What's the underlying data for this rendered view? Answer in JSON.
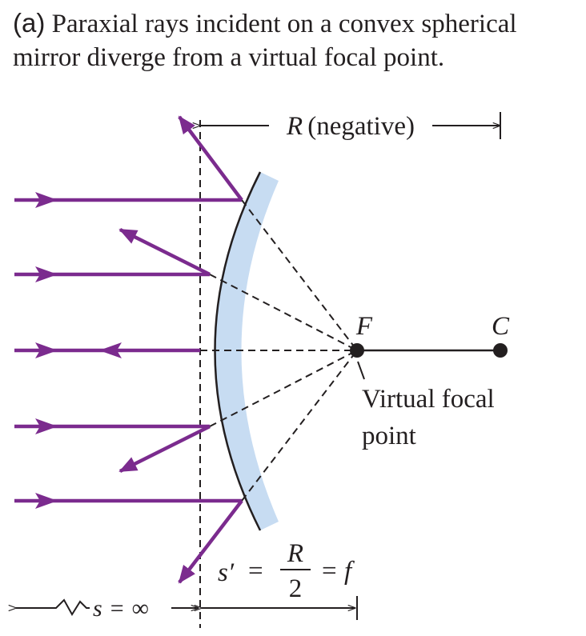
{
  "caption": {
    "tag": "(a)",
    "text": "Paraxial rays incident on a convex spherical mirror diverge from a virtual focal point."
  },
  "labels": {
    "radius_symbol": "R",
    "radius_note": "(negative)",
    "focal_point": "F",
    "center": "C",
    "virtual_focal_line1": "Virtual focal",
    "virtual_focal_line2": "point",
    "s_prime": "s′",
    "equals1": "=",
    "fraction_num": "R",
    "fraction_den": "2",
    "equals2": "=",
    "f_symbol": "f",
    "s_symbol": "s",
    "s_equals": "=",
    "infinity": "∞"
  },
  "colors": {
    "ray": "#7b2b8e",
    "mirror_fill": "#c7dcf2",
    "ink": "#231f20"
  }
}
